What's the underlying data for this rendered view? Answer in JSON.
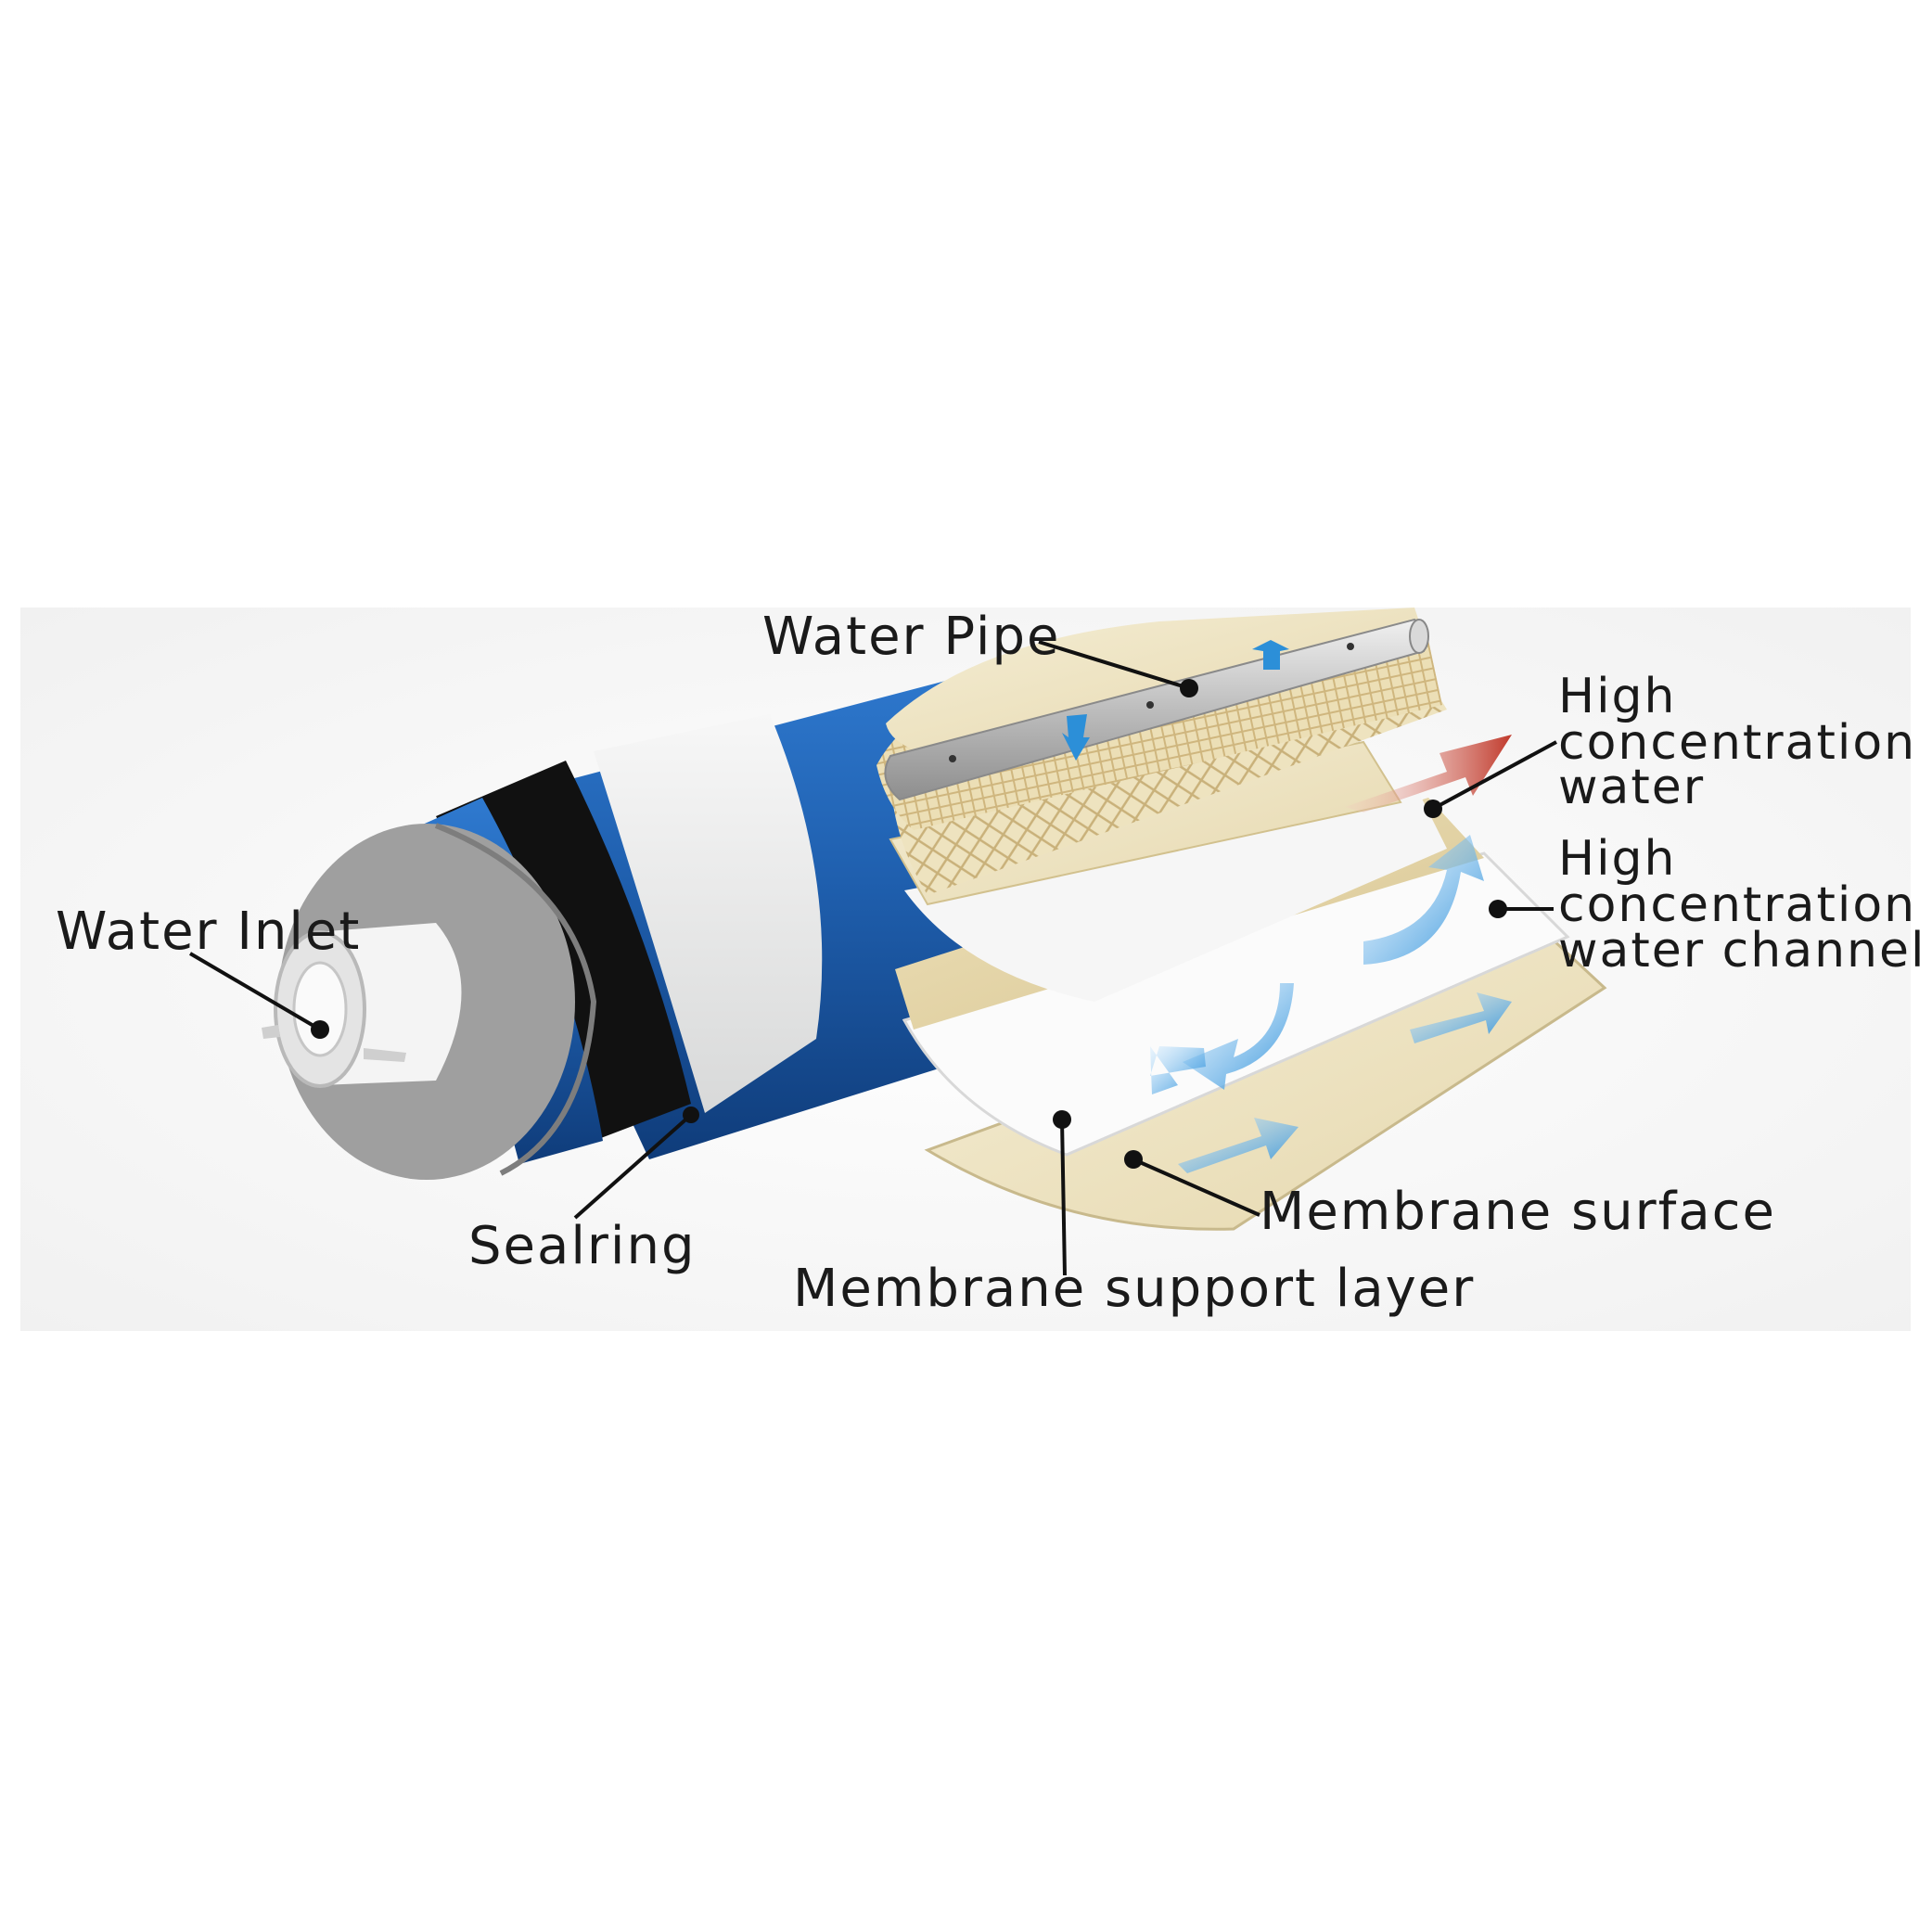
{
  "labels": {
    "water_inlet": "Water Inlet",
    "sealring": "Sealring",
    "water_pipe": "Water Pipe",
    "membrane_support_layer": "Membrane support layer",
    "membrane_surface": "Membrane surface",
    "high_conc_water": [
      "High",
      "concentration",
      "water"
    ],
    "high_conc_channel": [
      "High",
      "concentration",
      "water channel"
    ]
  },
  "colors": {
    "membrane_blue": "#1f5fae",
    "end_cap_gray": "#9a9a9a",
    "seal_black": "#111111",
    "band_white": "#e9eaea",
    "membrane_cream": "#efe6c8",
    "flow_blue": "#2c8fd8",
    "concentrate_red": "#c0392b"
  },
  "icons": [
    "flow-arrow-icon",
    "concentrate-arrow-icon"
  ]
}
